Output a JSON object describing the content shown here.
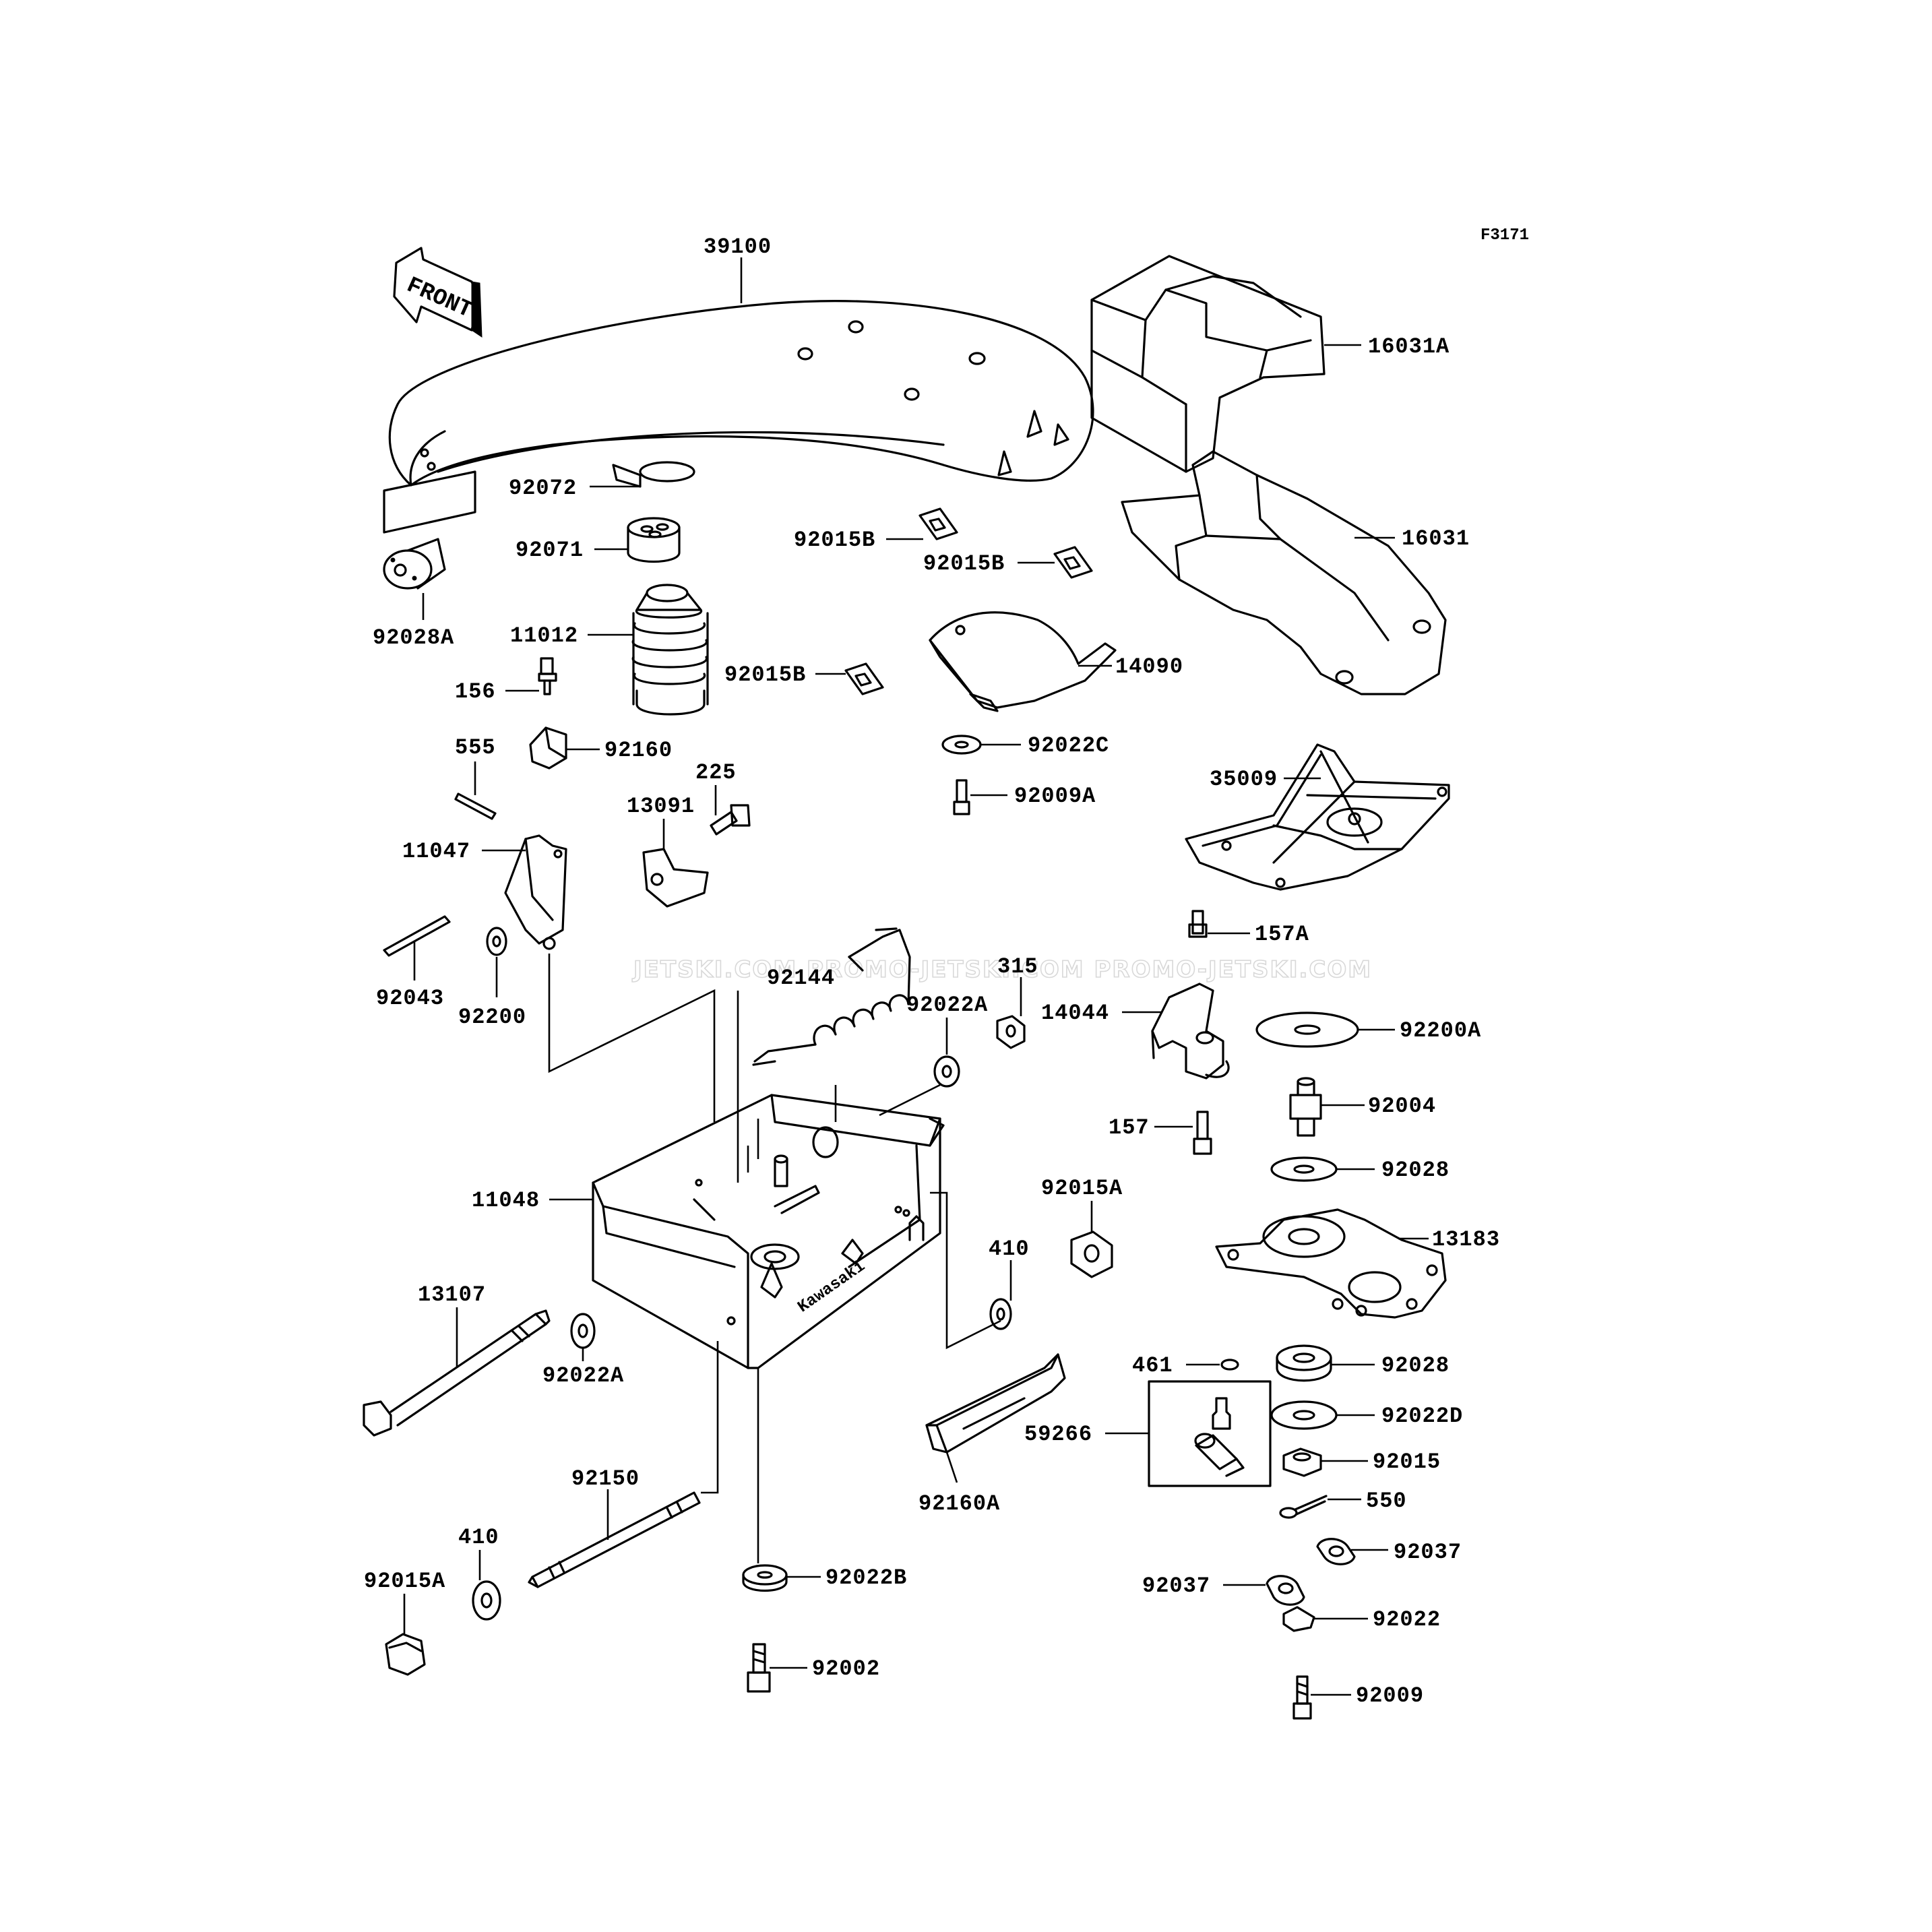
{
  "figure_code": "F3171",
  "front_label": "FRONT",
  "watermark": "JETSKI.COM  PROMO-JETSKI.COM  PROMO-JETSKI.COM",
  "brand_mark": "Kawasaki",
  "labels": {
    "p39100": "39100",
    "p16031A": "16031A",
    "p16031": "16031",
    "p92072": "92072",
    "p92071": "92071",
    "p92028A": "92028A",
    "p11012": "11012",
    "p156": "156",
    "p92015B_1": "92015B",
    "p92015B_2": "92015B",
    "p92015B_3": "92015B",
    "p14090": "14090",
    "p92022C": "92022C",
    "p92009A": "92009A",
    "p35009": "35009",
    "p555": "555",
    "p92160": "92160",
    "p225": "225",
    "p13091": "13091",
    "p11047": "11047",
    "p157A": "157A",
    "p92043": "92043",
    "p92200": "92200",
    "p92144": "92144",
    "p92022A_1": "92022A",
    "p315": "315",
    "p14044": "14044",
    "p92200A": "92200A",
    "p92004": "92004",
    "p157": "157",
    "p92028_1": "92028",
    "p11048": "11048",
    "p92015A_1": "92015A",
    "p13183": "13183",
    "p410_1": "410",
    "p13107": "13107",
    "p92022A_2": "92022A",
    "p461": "461",
    "p92028_2": "92028",
    "p92022D": "92022D",
    "p59266": "59266",
    "p92015": "92015",
    "p92150": "92150",
    "p92160A": "92160A",
    "p550": "550",
    "p92037_1": "92037",
    "p410_2": "410",
    "p92015A_2": "92015A",
    "p92022B": "92022B",
    "p92037_2": "92037",
    "p92022": "92022",
    "p92002": "92002",
    "p92009": "92009"
  }
}
